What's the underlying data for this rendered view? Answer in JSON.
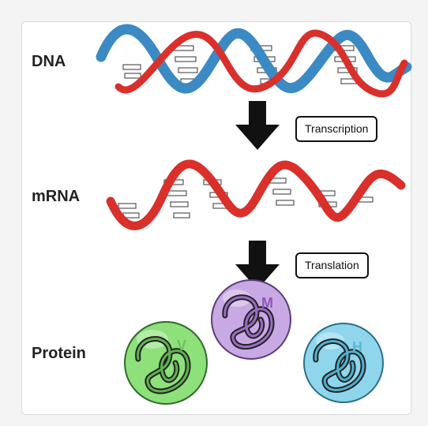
{
  "labels": {
    "dna": "DNA",
    "mrna": "mRNA",
    "protein": "Protein"
  },
  "steps": {
    "transcription": "Transcription",
    "translation": "Translation"
  },
  "proteins": [
    {
      "letter": "V",
      "color": "#8ee07a"
    },
    {
      "letter": "M",
      "color": "#c9a9e4"
    },
    {
      "letter": "H",
      "color": "#8fd6ec"
    }
  ],
  "colors": {
    "strand_red": "#d9302c",
    "strand_blue": "#3b8ac4",
    "arrow": "#111111"
  }
}
